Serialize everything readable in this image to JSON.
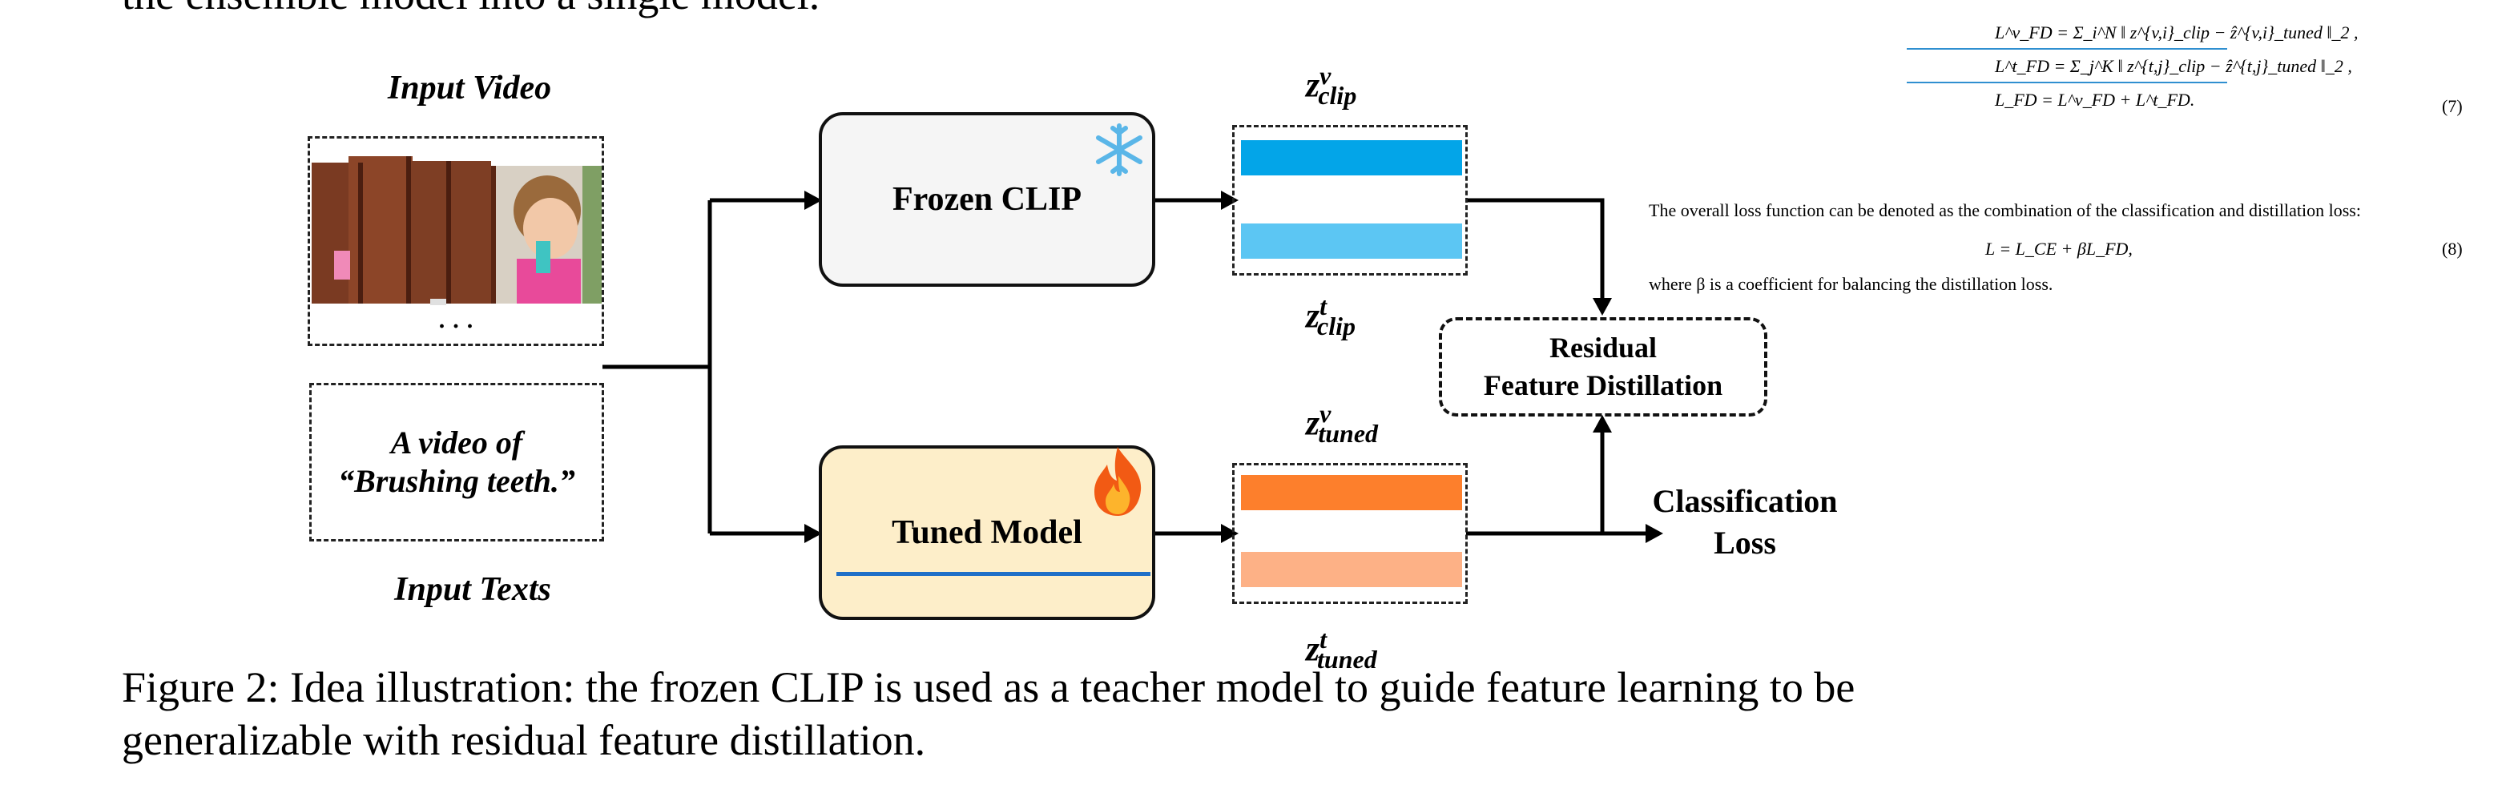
{
  "top_text": "the ensemble model into a single model.",
  "labels": {
    "input_video": "Input Video",
    "input_texts": "Input Texts",
    "ellipsis": "· · ·",
    "text_line1": "A video of",
    "text_line2": "“Brushing teeth.”"
  },
  "models": {
    "frozen": "Frozen CLIP",
    "tuned": "Tuned Model"
  },
  "features": {
    "z_base": "z",
    "clip_v_sup": "v",
    "clip_v_sub": "clip",
    "clip_t_sup": "t",
    "clip_t_sub": "clip",
    "tuned_v_sup": "v",
    "tuned_v_sub": "tuned",
    "tuned_t_sup": "t",
    "tuned_t_sub": "tuned"
  },
  "rfd": {
    "line1": "Residual",
    "line2": "Feature Distillation"
  },
  "classification": {
    "line1": "Classification",
    "line2": "Loss"
  },
  "colors": {
    "clip_bar_1": "#03a5e8",
    "clip_bar_2": "#5cc6f3",
    "tuned_bar_1": "#fd7f2c",
    "tuned_bar_2": "#fdb186",
    "frozen_fill": "#f5f5f5",
    "tuned_fill": "#fdeec9",
    "tuned_underline": "#1f6fc8"
  },
  "icons": {
    "frozen": "snowflake-icon",
    "tuned": "flame-icon"
  },
  "equations": {
    "eq7_a": "L^v_FD = Σ_i^N ‖ z^{v,i}_clip − ẑ^{v,i}_tuned ‖_2 ,",
    "eq7_b": "L^t_FD = Σ_j^K ‖ z^{t,j}_clip − ẑ^{t,j}_tuned ‖_2 ,",
    "eq7_c": "L_FD = L^v_FD + L^t_FD.",
    "eq7_num": "(7)",
    "sentence": "The overall loss function can be denoted as the combination of the classification and distillation loss:",
    "eq8": "L = L_CE + βL_FD,",
    "eq8_num": "(8)",
    "where": "where β is a coefficient for balancing the distillation loss."
  },
  "caption": {
    "text": "Figure 2: Idea illustration: the frozen CLIP is used as a teacher model to guide feature learning to be generalizable with residual feature distillation."
  }
}
